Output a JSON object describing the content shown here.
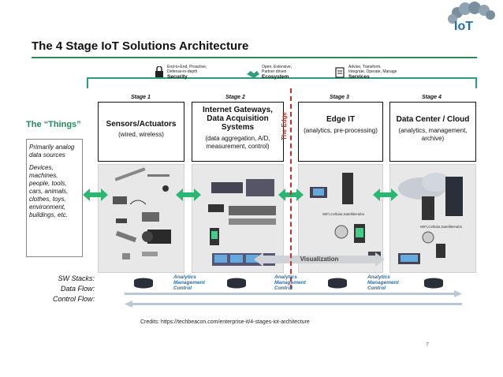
{
  "title": "The 4 Stage IoT Solutions Architecture",
  "logo_text": "IoT",
  "services": [
    {
      "desc": [
        "End-to-End, Proactive,",
        "Defense-in-depth"
      ],
      "label": "Security"
    },
    {
      "desc": [
        "Open, Extensive,",
        "Partner driven"
      ],
      "label": "Ecosystem"
    },
    {
      "desc": [
        "Advise, Transform,",
        "Integrate, Operate, Manage"
      ],
      "label": "Services"
    }
  ],
  "stages": [
    {
      "label": "Stage 1",
      "heading": "Sensors/Actuators",
      "sub": "(wired, wireless)"
    },
    {
      "label": "Stage 2",
      "heading": "Internet Gateways, Data Acquisition Systems",
      "sub": "(data aggregation, A/D, measurement, control)"
    },
    {
      "label": "Stage 3",
      "heading": "Edge IT",
      "sub": "(analytics, pre-processing)"
    },
    {
      "label": "Stage 4",
      "heading": "Data Center / Cloud",
      "sub": "(analytics, management, archive)"
    }
  ],
  "things": {
    "title": "The “Things”",
    "p1": "Primarily analog data sources",
    "p2": "Devices, machines, people, tools, cars, animals, clothes, toys, environment, buildings, etc."
  },
  "edge_label": "The Edge",
  "wifi_label": "WiFi,Cellular,SatelliteHubs",
  "visualization": "Visualization",
  "amc": [
    "Analytics",
    "Management",
    "Control"
  ],
  "flows": {
    "sw": "SW Stacks:",
    "data": "Data Flow:",
    "control": "Control Flow:"
  },
  "credits": "Credits: https://techbeacon.com/enterprise-it/4-stages-iot-architecture",
  "page_number": "7",
  "colors": {
    "green": "#2e9e7a",
    "edge": "#d62828",
    "arrow": "#2bb673",
    "blue": "#2e6fa8"
  }
}
